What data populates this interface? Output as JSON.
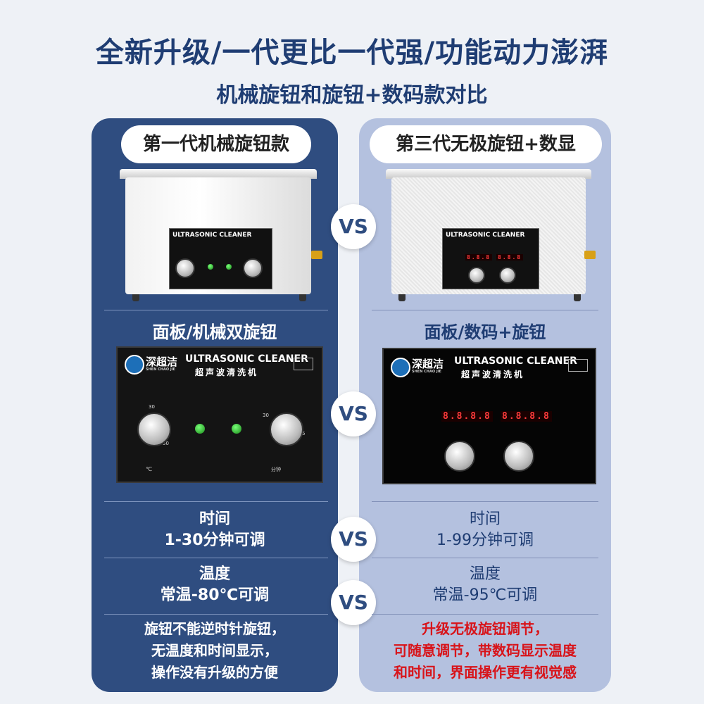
{
  "headline": "全新升级/一代更比一代强/功能动力澎湃",
  "subheadline": "机械旋钮和旋钮+数码款对比",
  "vs_label": "VS",
  "left": {
    "tag": "第一代机械旋钮款",
    "panel_title": "面板/机械双旋钮",
    "brand_cn": "深超洁",
    "brand_en": "ULTRASONIC CLEANER",
    "brand_sub": "超声波清洗机",
    "brand_pinyin": "SHEN CHAO JIE",
    "time_title": "时间",
    "time_value": "1-30分钟可调",
    "temp_title": "温度",
    "temp_value": "常温-80℃可调",
    "note_lines": [
      "旋钮不能逆时针旋钮，",
      "无温度和时间显示，",
      "操作没有升级的方便"
    ]
  },
  "right": {
    "tag": "第三代无极旋钮+数显",
    "panel_title": "面板/数码+旋钮",
    "brand_cn": "深超洁",
    "brand_en": "ULTRASONIC CLEANER",
    "brand_sub": "超声波清洗机",
    "brand_pinyin": "SHEN CHAO JIE",
    "display_left": "8.8.8.8",
    "display_right": "8.8.8.8",
    "time_title": "时间",
    "time_value": "1-99分钟可调",
    "temp_title": "温度",
    "temp_value": "常温-95℃可调",
    "note_lines": [
      "升级无极旋钮调节，",
      "可随意调节，带数码显示温度",
      "和时间，界面操作更有视觉感"
    ]
  },
  "colors": {
    "left_panel": "#2f4d80",
    "right_panel": "#b4c1df",
    "heading": "#1f3d73",
    "highlight": "#d8141a"
  }
}
